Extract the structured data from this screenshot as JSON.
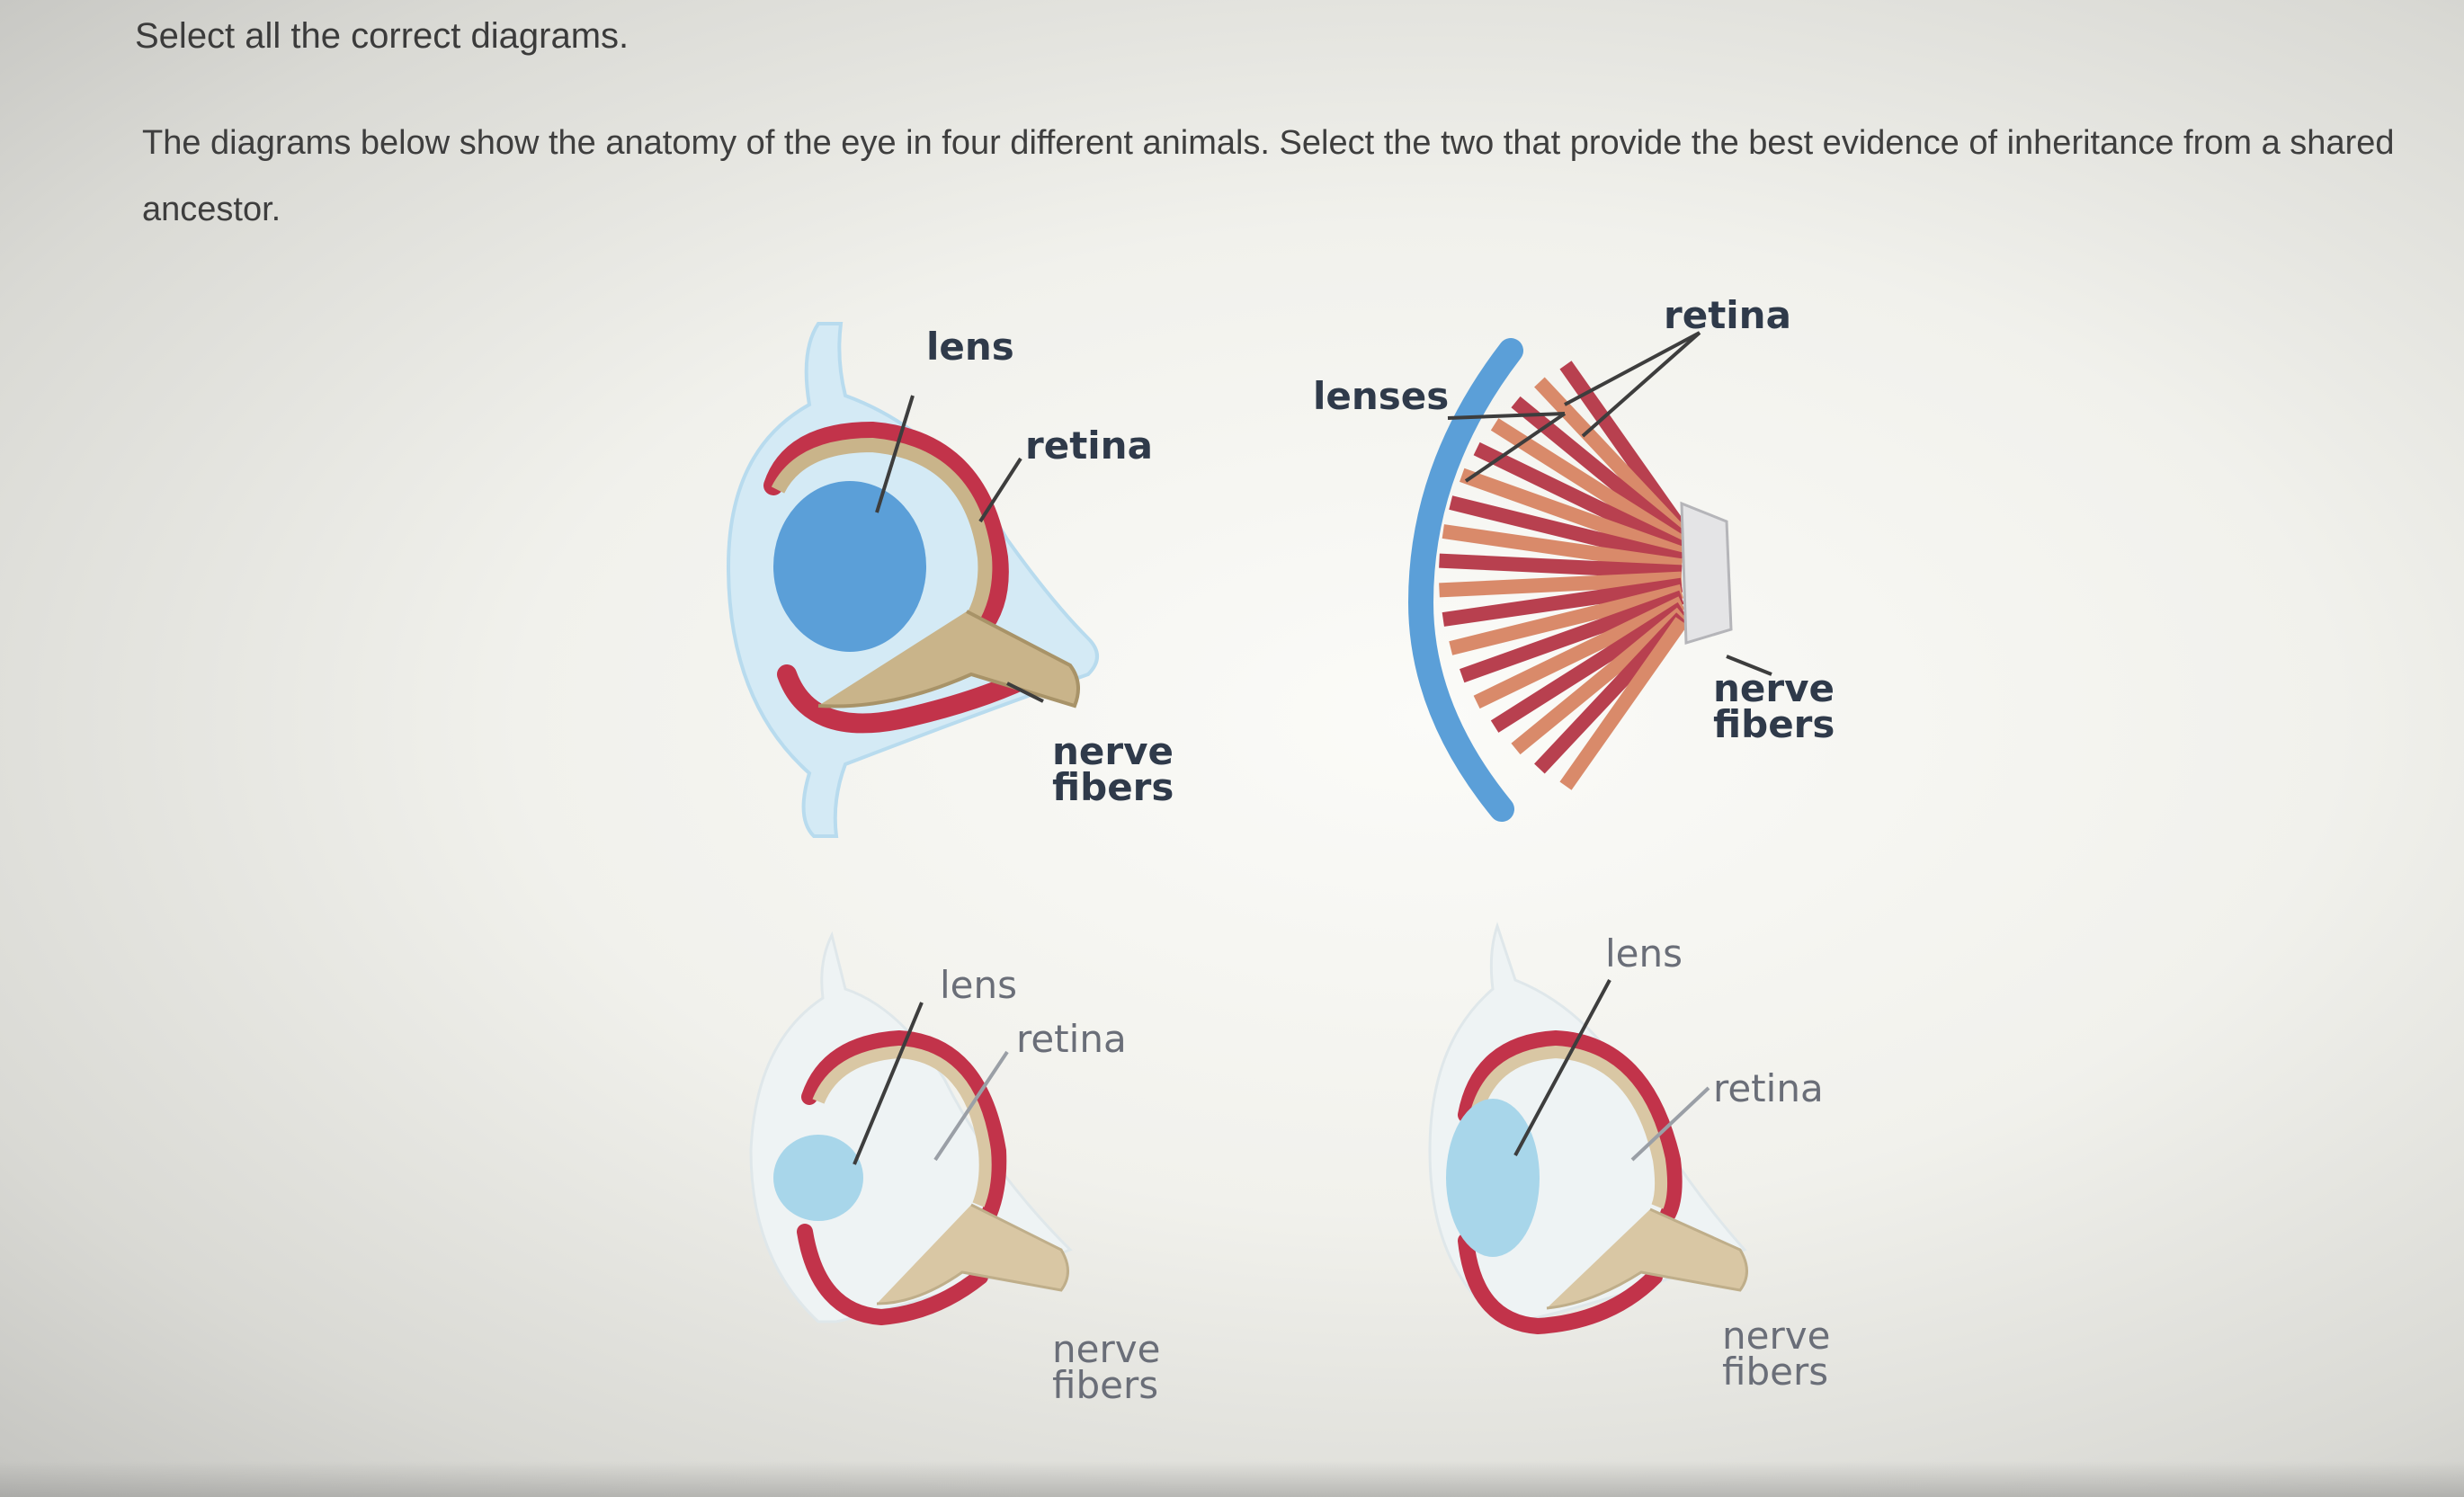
{
  "instruction": "Select all the correct diagrams.",
  "question": "The diagrams below show the anatomy of the eye in four different animals. Select the two that provide the best evidence of inheritance from a shared ancestor.",
  "diagrams": [
    {
      "id": "a",
      "labels": {
        "lens": "lens",
        "retina": "retina",
        "nerve_line1": "nerve",
        "nerve_line2": "fibers"
      }
    },
    {
      "id": "b",
      "labels": {
        "lenses": "lenses",
        "retina": "retina",
        "nerve_line1": "nerve",
        "nerve_line2": "fibers"
      }
    },
    {
      "id": "c",
      "labels": {
        "lens": "lens",
        "retina": "retina",
        "nerve_line1": "nerve",
        "nerve_line2": "fibers"
      }
    },
    {
      "id": "d",
      "labels": {
        "lens": "lens",
        "retina": "retina",
        "nerve_line1": "nerve",
        "nerve_line2": "fibers"
      }
    }
  ],
  "colors": {
    "retina_red": "#c2334a",
    "lens_blue": "#5b9fd8",
    "lens_light_blue": "#a8d6ea",
    "nerve_tan": "#c9b48a",
    "tissue_blue": "#d4eaf5"
  }
}
